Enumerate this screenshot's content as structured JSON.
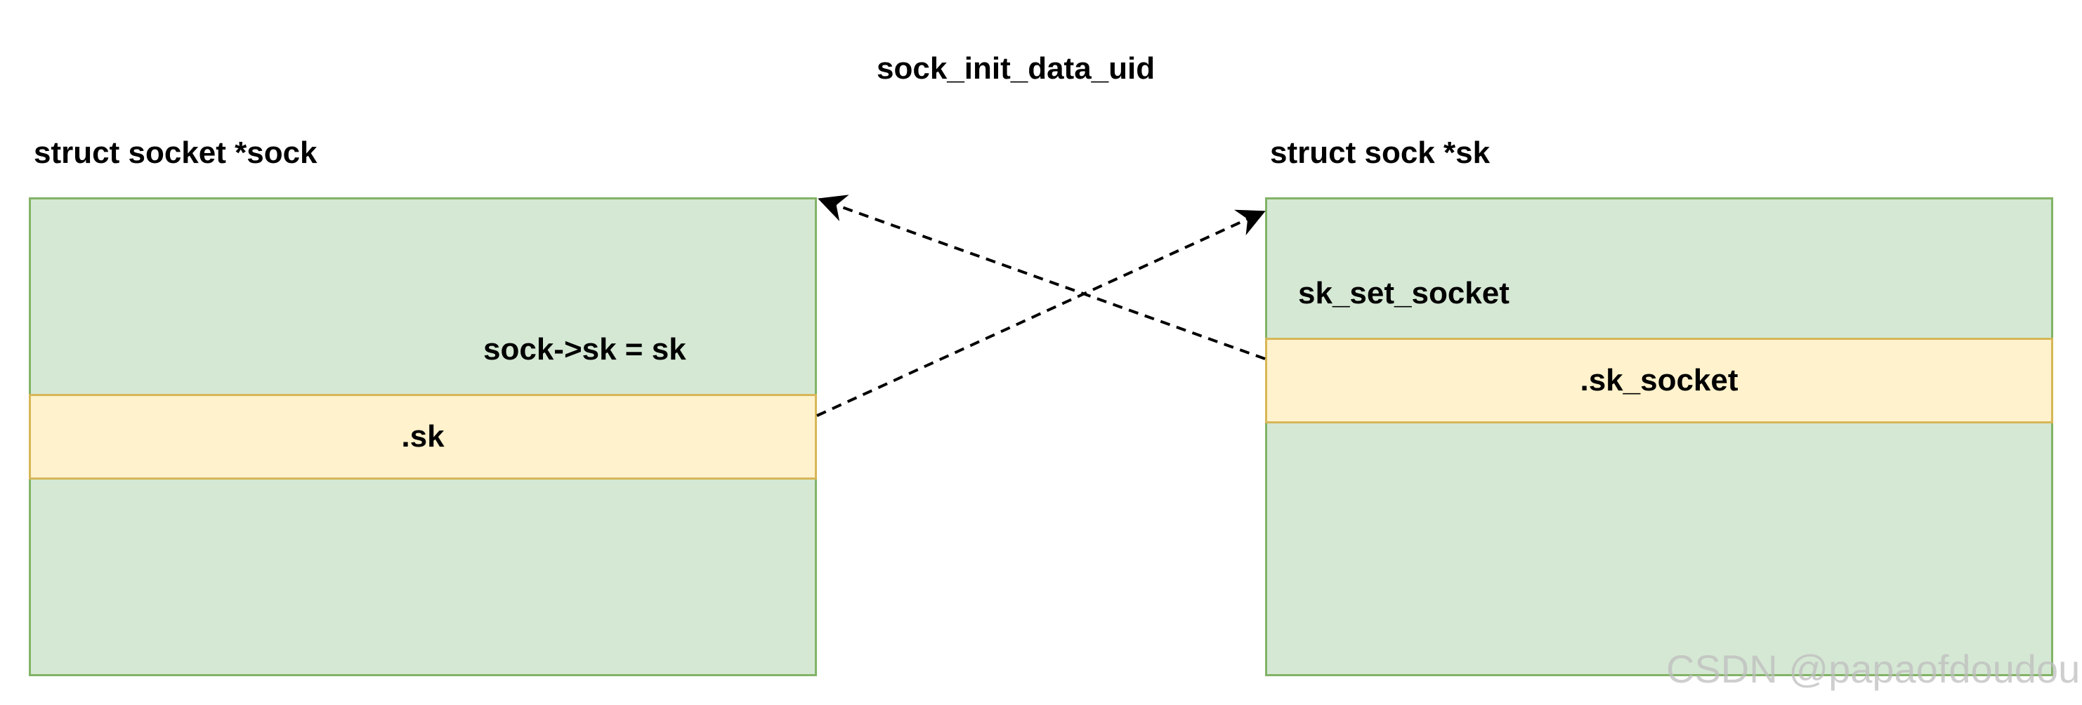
{
  "diagram": {
    "title": "sock_init_data_uid",
    "left_struct": {
      "title": "struct socket *sock",
      "assignment": "sock->sk = sk",
      "field": ".sk"
    },
    "right_struct": {
      "title": "struct sock *sk",
      "function": "sk_set_socket",
      "field": ".sk_socket"
    },
    "watermark": "CSDN @papaofdoudou"
  },
  "colors": {
    "struct_fill": "#d5e8d4",
    "struct_border": "#82b366",
    "field_fill": "#fff2cc",
    "field_border": "#d6b656",
    "arrow": "#000000"
  }
}
